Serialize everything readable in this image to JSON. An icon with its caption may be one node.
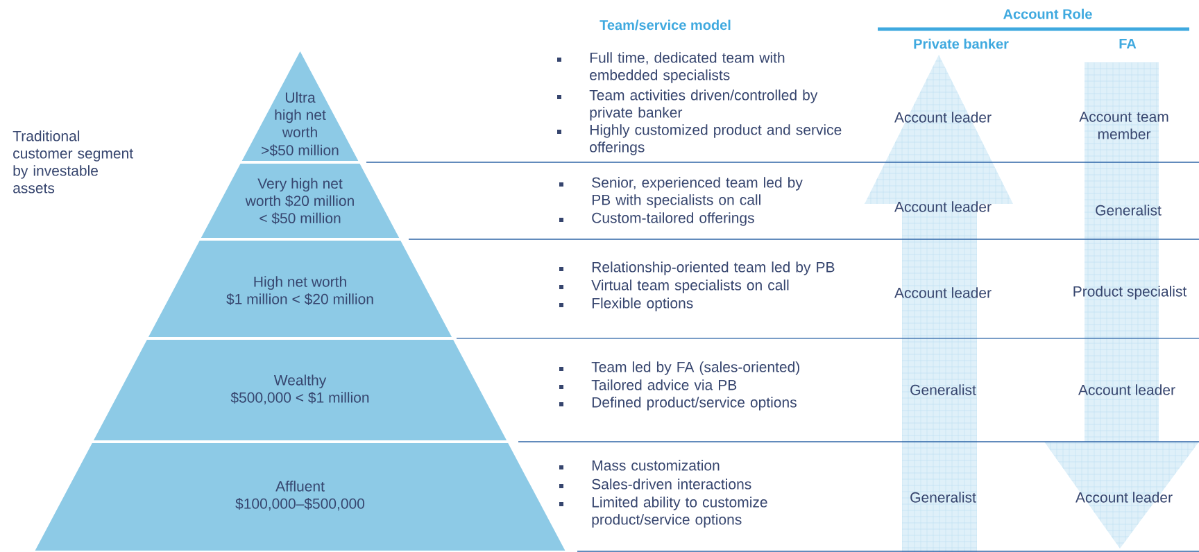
{
  "diagram": {
    "nodes": [
      {
        "text": [
          "Ultra high net worth",
          ">$50 million"
        ]
      },
      {
        "text": [
          "Very high net worth $20 million < $50 million"
        ]
      },
      {
        "text": [
          "High net worth",
          "$1 million < $20 million"
        ]
      },
      {
        "text": [
          "Wealthy",
          "$500,000 < $1 million"
        ]
      },
      {
        "text": [
          "Affluent",
          "$100,000–$500,000"
        ]
      }
    ],
    "labels": [
      "Team/service model",
      "Account Role",
      "Private banker",
      "FA",
      "Traditional customer segment by investable assets",
      "Full time, dedicated team with embedded specialists",
      "Team activities driven/controlled by private banker",
      "Highly customized product and service offerings",
      "Account leader",
      "Account team member",
      "Senior, experienced team led by PB with specialists on call",
      "Custom-tailored offerings",
      "Account leader",
      "Generalist",
      "Relationship-oriented team led by PB",
      "Virtual team specialists on call",
      "Flexible options",
      "Account leader",
      "Product specialist",
      "Team led by FA (sales-oriented)",
      "Tailored advice via PB",
      "Defined product/service options",
      "Generalist",
      "Account leader",
      "Mass customization",
      "Sales-driven interactions",
      "Limited ability to customize product/service options",
      "Generalist",
      "Account leader"
    ]
  }
}
